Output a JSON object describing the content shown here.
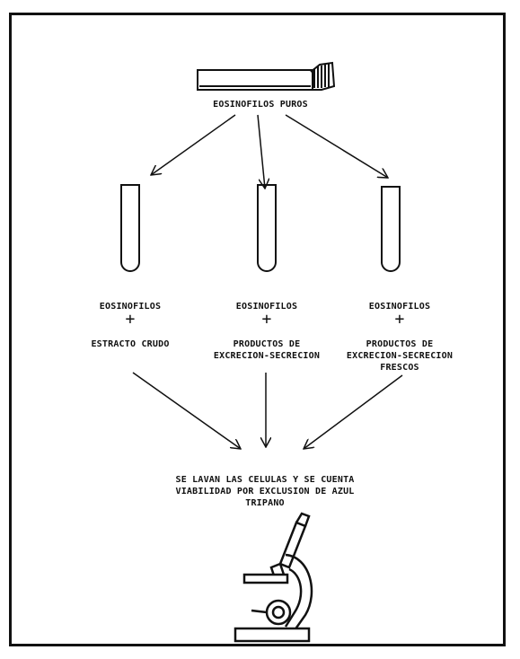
{
  "source": {
    "label": "EOSINOFILOS PUROS"
  },
  "tubes": [
    {
      "top": "EOSINOFILOS",
      "plus": "+",
      "bottom": "ESTRACTO CRUDO"
    },
    {
      "top": "EOSINOFILOS",
      "plus": "+",
      "bottom": "PRODUCTOS DE\nEXCRECION-SECRECION"
    },
    {
      "top": "EOSINOFILOS",
      "plus": "+",
      "bottom": "PRODUCTOS DE\nEXCRECION-SECRECION\nFRESCOS"
    }
  ],
  "result": {
    "label": "SE LAVAN LAS CELULAS Y SE CUENTA\nVIABILIDAD POR EXCLUSION DE AZUL\nTRIPANO"
  },
  "icons": [
    "pipette-icon",
    "test-tube-icon",
    "microscope-icon",
    "arrow-icon"
  ]
}
